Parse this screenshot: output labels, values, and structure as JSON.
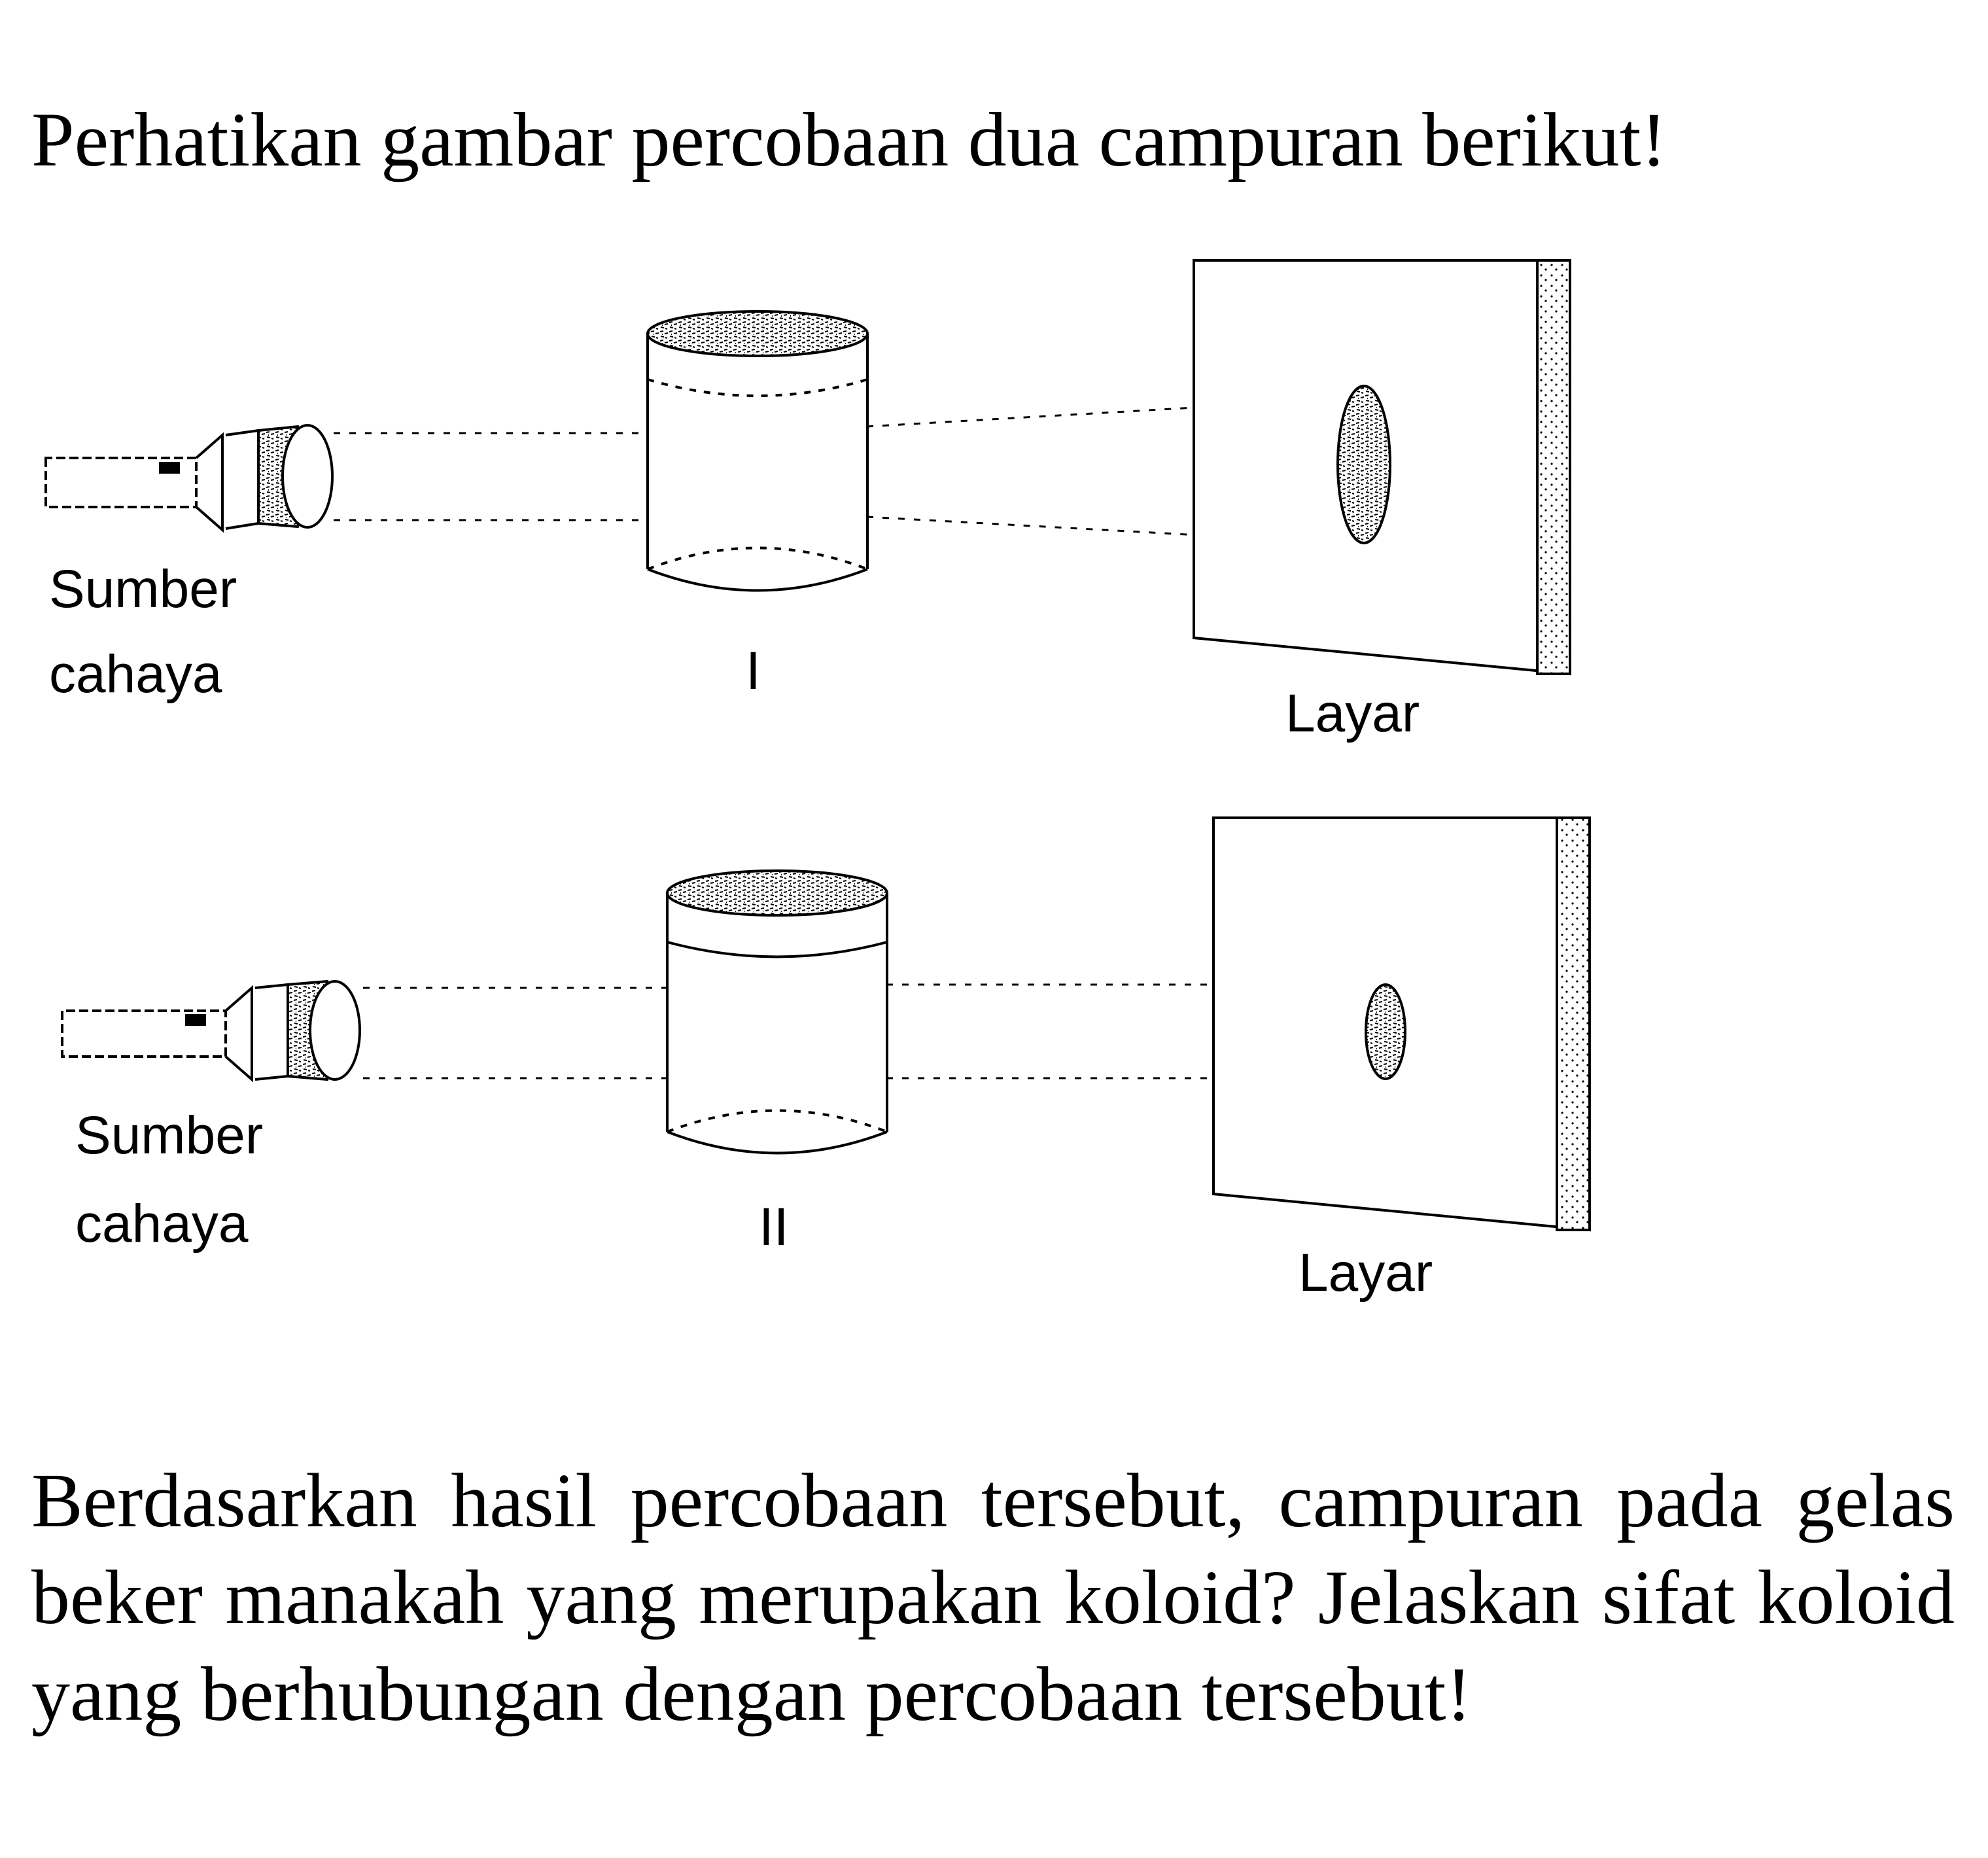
{
  "intro": "Perhatikan gambar percobaan dua campuran berikut!",
  "experiments": [
    {
      "source_label_line1": "Sumber",
      "source_label_line2": "cahaya",
      "beaker_label": "I",
      "screen_label": "Layar"
    },
    {
      "source_label_line1": "Sumber",
      "source_label_line2": "cahaya",
      "beaker_label": "II",
      "screen_label": "Layar"
    }
  ],
  "question": "Berdasarkan hasil percobaan tersebut, campuran pada gelas beker manakah yang merupakan koloid? Jelaskan sifat koloid yang berhubungan dengan percobaan tersebut!"
}
